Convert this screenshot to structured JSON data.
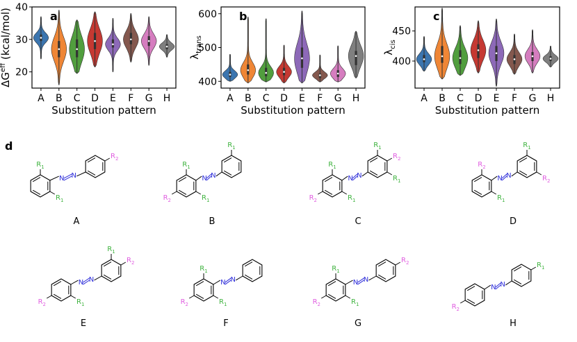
{
  "chart_data": [
    {
      "type": "violin",
      "panel_label": "a",
      "xlabel": "Substitution pattern",
      "ylabel_main": "ΔG",
      "ylabel_sup": "eff",
      "ylabel_rest": " (kcal/mol)",
      "ylim": [
        15,
        40
      ],
      "yticks": [
        20,
        30,
        40
      ],
      "categories": [
        "A",
        "B",
        "C",
        "D",
        "E",
        "F",
        "G",
        "H"
      ],
      "colors": [
        "#3b75af",
        "#ef8636",
        "#519e3e",
        "#c53932",
        "#8d69b8",
        "#84584e",
        "#d57dbf",
        "#7f7f7f"
      ],
      "series": [
        {
          "min": 24,
          "q1": 29.5,
          "median": 30.5,
          "q3": 31.5,
          "max": 37
        },
        {
          "min": 16,
          "q1": 24.5,
          "median": 27,
          "q3": 29.5,
          "max": 39
        },
        {
          "min": 19.5,
          "q1": 24.5,
          "median": 27,
          "q3": 30,
          "max": 36
        },
        {
          "min": 21.5,
          "q1": 27,
          "median": 29.5,
          "q3": 32,
          "max": 38.5
        },
        {
          "min": 20,
          "q1": 27.5,
          "median": 28.5,
          "q3": 30,
          "max": 36.5
        },
        {
          "min": 23,
          "q1": 28.5,
          "median": 30,
          "q3": 32,
          "max": 38
        },
        {
          "min": 22,
          "q1": 28,
          "median": 29.5,
          "q3": 31,
          "max": 37
        },
        {
          "min": 24.5,
          "q1": 27,
          "median": 27.8,
          "q3": 28.5,
          "max": 31.5
        }
      ]
    },
    {
      "type": "violin",
      "panel_label": "b",
      "xlabel": "Substitution pattern",
      "ylabel_main": "λ",
      "ylabel_sub": "trans",
      "ylim": [
        380,
        620
      ],
      "yticks": [
        400,
        500,
        600
      ],
      "categories": [
        "A",
        "B",
        "C",
        "D",
        "E",
        "F",
        "G",
        "H"
      ],
      "colors": [
        "#3b75af",
        "#ef8636",
        "#519e3e",
        "#c53932",
        "#8d69b8",
        "#84584e",
        "#d57dbf",
        "#7f7f7f"
      ],
      "series": [
        {
          "min": 400,
          "q1": 413,
          "median": 420,
          "q3": 428,
          "max": 480
        },
        {
          "min": 395,
          "q1": 420,
          "median": 433,
          "q3": 450,
          "max": 590
        },
        {
          "min": 398,
          "q1": 415,
          "median": 425,
          "q3": 440,
          "max": 585
        },
        {
          "min": 395,
          "q1": 418,
          "median": 428,
          "q3": 440,
          "max": 507
        },
        {
          "min": 395,
          "q1": 440,
          "median": 468,
          "q3": 500,
          "max": 608
        },
        {
          "min": 398,
          "q1": 410,
          "median": 418,
          "q3": 423,
          "max": 478
        },
        {
          "min": 398,
          "q1": 413,
          "median": 423,
          "q3": 433,
          "max": 505
        },
        {
          "min": 410,
          "q1": 448,
          "median": 475,
          "q3": 490,
          "max": 548
        }
      ]
    },
    {
      "type": "violin",
      "panel_label": "c",
      "xlabel": "Substitution pattern",
      "ylabel_main": "λ",
      "ylabel_sub": "cis",
      "ylim": [
        355,
        490
      ],
      "yticks": [
        400,
        450
      ],
      "categories": [
        "A",
        "B",
        "C",
        "D",
        "E",
        "F",
        "G",
        "H"
      ],
      "colors": [
        "#3b75af",
        "#ef8636",
        "#519e3e",
        "#c53932",
        "#8d69b8",
        "#84584e",
        "#d57dbf",
        "#7f7f7f"
      ],
      "series": [
        {
          "min": 383,
          "q1": 398,
          "median": 403,
          "q3": 410,
          "max": 441
        },
        {
          "min": 370,
          "q1": 397,
          "median": 408,
          "q3": 425,
          "max": 488
        },
        {
          "min": 376,
          "q1": 395,
          "median": 405,
          "q3": 418,
          "max": 459
        },
        {
          "min": 380,
          "q1": 405,
          "median": 418,
          "q3": 428,
          "max": 467
        },
        {
          "min": 358,
          "q1": 400,
          "median": 413,
          "q3": 425,
          "max": 470
        },
        {
          "min": 378,
          "q1": 395,
          "median": 403,
          "q3": 410,
          "max": 445
        },
        {
          "min": 380,
          "q1": 400,
          "median": 408,
          "q3": 415,
          "max": 452
        },
        {
          "min": 390,
          "q1": 400,
          "median": 404,
          "q3": 408,
          "max": 425
        }
      ]
    }
  ],
  "diagram": {
    "panel_label": "d",
    "structures": [
      {
        "caption": "A",
        "labels": [
          "R1",
          "R1",
          "R2"
        ]
      },
      {
        "caption": "B",
        "labels": [
          "R1",
          "R1",
          "R1",
          "R2"
        ]
      },
      {
        "caption": "C",
        "labels": [
          "R1",
          "R1",
          "R1",
          "R1",
          "R2",
          "R2"
        ]
      },
      {
        "caption": "D",
        "labels": [
          "R1",
          "R1",
          "R2",
          "R2"
        ]
      },
      {
        "caption": "E",
        "labels": [
          "R1",
          "R1",
          "R2",
          "R2"
        ]
      },
      {
        "caption": "F",
        "labels": [
          "R1",
          "R1",
          "R2"
        ]
      },
      {
        "caption": "G",
        "labels": [
          "R1",
          "R1",
          "R2",
          "R2"
        ]
      },
      {
        "caption": "H",
        "labels": [
          "R1",
          "R2"
        ]
      }
    ],
    "colors": {
      "r1": "#3eb23e",
      "r2": "#e05ce0",
      "n": "#2d2dd9",
      "bond": "#000000"
    }
  }
}
